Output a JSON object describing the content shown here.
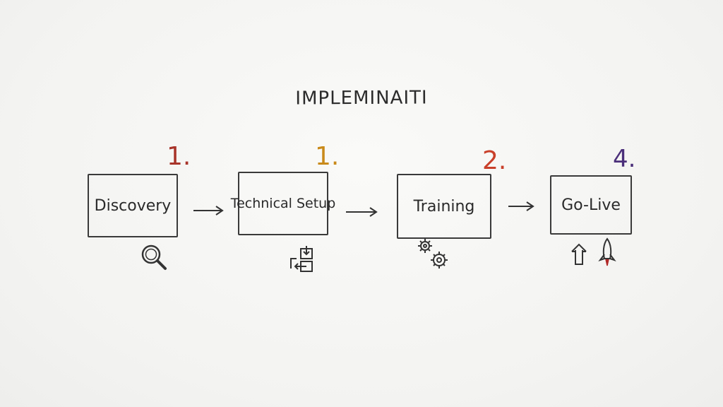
{
  "diagram": {
    "title": "IMPLEMINAITI",
    "steps": [
      {
        "number": "1.",
        "label": "Discovery",
        "number_color": "#a8342a",
        "icon": "magnifier-icon"
      },
      {
        "number": "1.",
        "label": "Technical Setup",
        "number_color": "#c98a1a",
        "icon": "sync-transfer-icon"
      },
      {
        "number": "2.",
        "label": "Training",
        "number_color": "#c9402a",
        "icon": "gears-icon"
      },
      {
        "number": "4.",
        "label": "Go-Live",
        "number_color": "#4b2f7a",
        "icon": "launch-icon"
      }
    ],
    "accent_rocket_flame": "#b02828"
  }
}
